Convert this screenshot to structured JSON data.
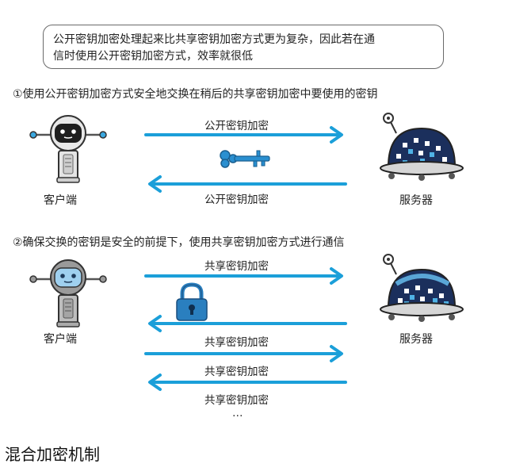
{
  "callout": {
    "line1": "公开密钥加密处理起来比共享密钥加密方式更为复杂，因此若在通",
    "line2": "信时使用公开密钥加密方式，效率就很低"
  },
  "step1": {
    "title": "①使用公开密钥加密方式安全地交换在稍后的共享密钥加密中要使用的密钥",
    "client_label": "客户端",
    "server_label": "服务器",
    "arrow_top_label": "公开密钥加密",
    "arrow_bottom_label": "公开密钥加密"
  },
  "step2": {
    "title": "②确保交换的密钥是安全的前提下，使用共享密钥加密方式进行通信",
    "client_label": "客户端",
    "server_label": "服务器",
    "arrow_labels": [
      "共享密钥加密",
      "共享密钥加密",
      "共享密钥加密",
      "共享密钥加密"
    ],
    "ellipsis": "…"
  },
  "caption": "混合加密机制",
  "colors": {
    "arrow": "#1b9fd9",
    "key": "#2a8fd0",
    "lock": "#2a7fbf",
    "robot_face": "#222222",
    "robot_face2": "#5aa6d6"
  }
}
